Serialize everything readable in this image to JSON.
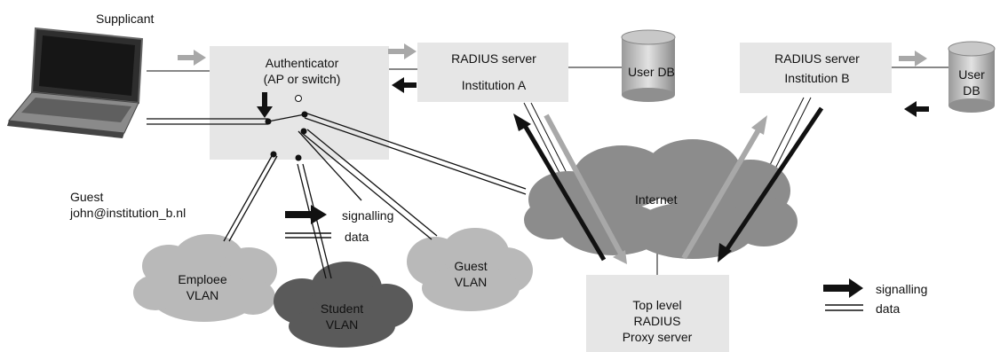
{
  "supplicant": {
    "label": "Supplicant"
  },
  "authenticator": {
    "line1": "Authenticator",
    "line2": "(AP or switch)"
  },
  "radius_a": {
    "line1": "RADIUS server",
    "line2": "Institution A"
  },
  "user_db_a": {
    "label": "User DB"
  },
  "radius_b": {
    "line1": "RADIUS server",
    "line2": "Institution B"
  },
  "user_db_b": {
    "line1": "User",
    "line2": "DB"
  },
  "guest_user": {
    "line1": "Guest",
    "line2": "john@institution_b.nl"
  },
  "legend_inner": {
    "signalling": "signalling",
    "data": "data"
  },
  "legend_right": {
    "signalling": "signalling",
    "data": "data"
  },
  "internet": {
    "label": "Internet"
  },
  "vlans": {
    "employee": {
      "line1": "Emploee",
      "line2": "VLAN"
    },
    "student": {
      "line1": "Student",
      "line2": "VLAN"
    },
    "guest": {
      "line1": "Guest",
      "line2": "VLAN"
    }
  },
  "proxy": {
    "line1": "Top level",
    "line2": "RADIUS",
    "line3": "Proxy server"
  },
  "colors": {
    "box_fill": "#e6e6e6",
    "cloud_light": "#b9b9b9",
    "cloud_mid": "#8c8c8c",
    "cloud_dark": "#5a5a5a",
    "arrow_grey": "#a8a8a8",
    "arrow_black": "#111111"
  }
}
